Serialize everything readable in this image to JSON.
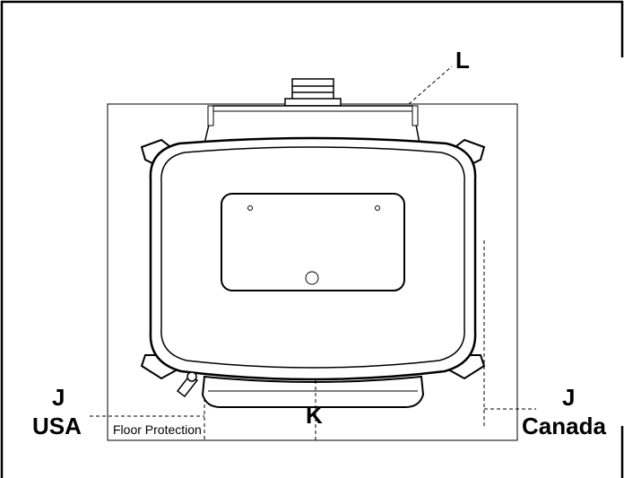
{
  "labels": {
    "L": "L",
    "J_left": "J",
    "usa": "USA",
    "floor_protection": "Floor Protection",
    "K": "K",
    "J_right": "J",
    "canada": "Canada"
  },
  "colors": {
    "stroke": "#000000",
    "background": "#ffffff"
  }
}
